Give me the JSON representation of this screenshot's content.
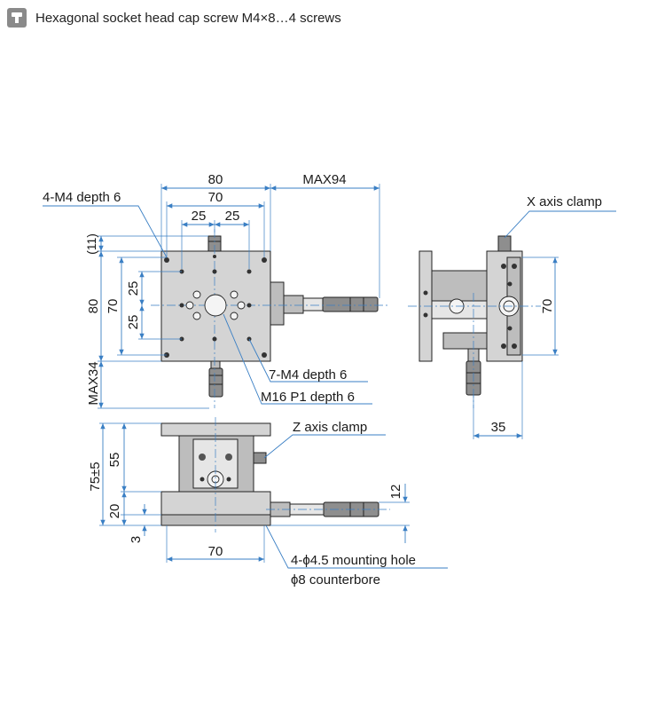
{
  "header": {
    "icon": "screw-icon",
    "title": "Hexagonal socket head cap screw M4×8…4 screws"
  },
  "top_view": {
    "dim_80": "80",
    "dim_70": "70",
    "dim_25a": "25",
    "dim_25b": "25",
    "dim_max94": "MAX94",
    "label_4m4": "4-M4 depth 6",
    "dim_11": "(11)",
    "dim_80_v": "80",
    "dim_70_v": "70",
    "dim_25_v1": "25",
    "dim_25_v2": "25",
    "dim_max34": "MAX34",
    "label_7m4": "7-M4 depth 6",
    "label_m16": "M16 P1 depth 6"
  },
  "side_view": {
    "label_x_clamp": "X axis clamp",
    "dim_70_v": "70",
    "dim_35": "35"
  },
  "front_view": {
    "label_z_clamp": "Z axis clamp",
    "dim_75": "75±5",
    "dim_55": "55",
    "dim_20": "20",
    "dim_3": "3",
    "dim_12": "12",
    "dim_70": "70",
    "label_mount": "4-ϕ4.5 mounting hole",
    "label_counterbore": "ϕ8 counterbore"
  }
}
